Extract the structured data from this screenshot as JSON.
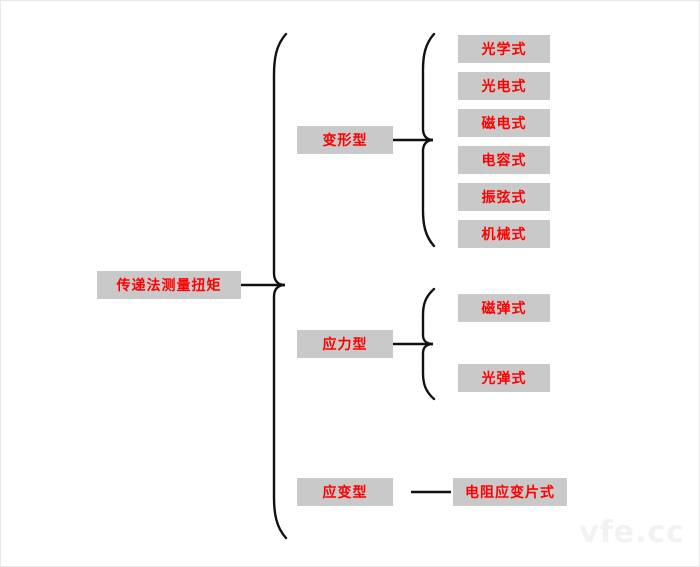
{
  "diagram": {
    "title": "传递法测量扭矩",
    "watermark": "vfe.cc",
    "colors": {
      "node_background": "#c9c9c9",
      "node_text": "#ff0000",
      "connector": "#111111",
      "canvas_background": "#ffffff"
    },
    "root": {
      "label": "传递法测量扭矩"
    },
    "branches": [
      {
        "label": "变形型",
        "leaves": [
          {
            "label": "光学式"
          },
          {
            "label": "光电式"
          },
          {
            "label": "磁电式"
          },
          {
            "label": "电容式"
          },
          {
            "label": "振弦式"
          },
          {
            "label": "机械式"
          }
        ]
      },
      {
        "label": "应力型",
        "leaves": [
          {
            "label": "磁弹式"
          },
          {
            "label": "光弹式"
          }
        ]
      },
      {
        "label": "应变型",
        "leaves": [
          {
            "label": "电阻应变片式"
          }
        ]
      }
    ]
  }
}
